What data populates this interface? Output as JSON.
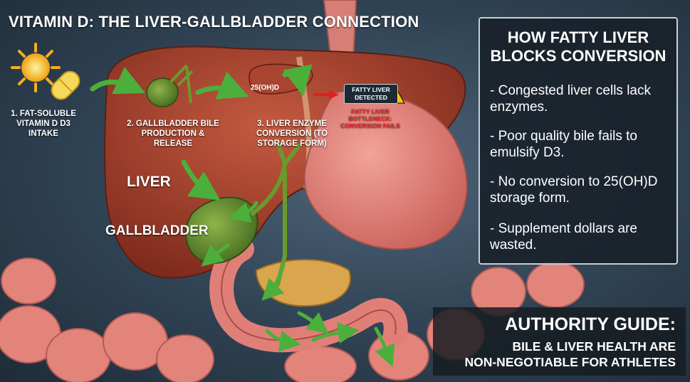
{
  "title": "VITAMIN D: THE LIVER-GALLBLADDER CONNECTION",
  "steps": [
    "1. FAT-SOLUBLE VITAMIN D D3 INTAKE",
    "2. GALLBLADDER BILE PRODUCTION & RELEASE",
    "3. LIVER ENZYME CONVERSION (TO STORAGE FORM)"
  ],
  "tag_25ohd": "25(OH)D",
  "fatty_liver_box": "FATTY LIVER DETECTED",
  "bottleneck_text": "FATTY LIVER BOTTLENECK: CONVERSION FAILS",
  "labels": {
    "liver": "LIVER",
    "gallbladder": "GALLBLADDER"
  },
  "panel": {
    "title": "HOW FATTY LIVER BLOCKS CONVERSION",
    "points": [
      "- Congested liver cells lack enzymes.",
      "- Poor quality bile fails to emulsify D3.",
      "- No conversion to 25(OH)D storage form.",
      "- Supplement dollars are wasted."
    ]
  },
  "authority": {
    "heading": "AUTHORITY GUIDE:",
    "line1": "BILE & LIVER HEALTH ARE",
    "line2": "NON-NEGOTIABLE FOR ATHLETES"
  },
  "icons": [
    "sun-icon",
    "capsule-icon",
    "warning-icon",
    "arrow-icon"
  ],
  "colors": {
    "liver": "#a8442f",
    "gallbladder": "#5e8a2a",
    "arrow": "#4caf3c",
    "alert": "#ff2a2a",
    "intestine": "#e88a80"
  }
}
